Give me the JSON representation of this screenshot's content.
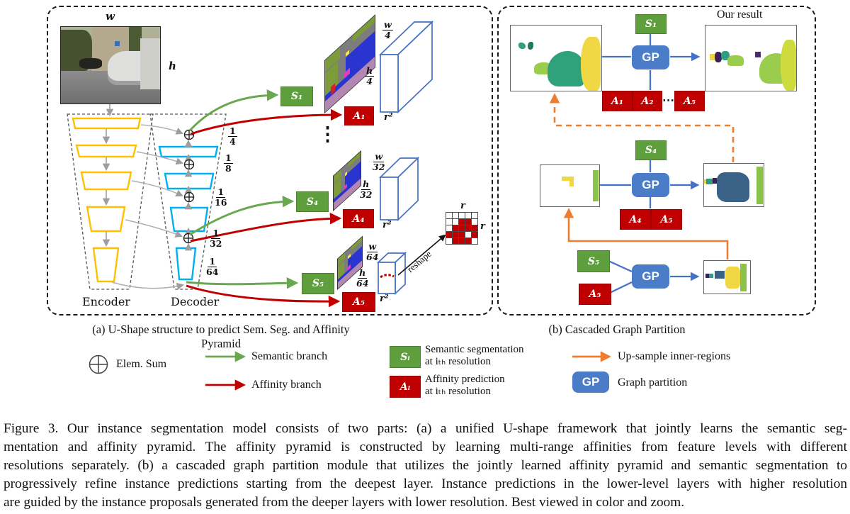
{
  "colors": {
    "semantic_green": "#5f9e3c",
    "affinity_red": "#c00000",
    "gp_blue": "#4a7cc7",
    "upsample_orange": "#ed7d31",
    "encoder_yellow": "#ffc000",
    "decoder_cyan": "#00b0f0",
    "skip_arrow_gray": "#9e9e9e",
    "connector_blue": "#4472c4"
  },
  "panel_a": {
    "caption": "(a) U-Shape structure to predict Sem. Seg. and Affinity Pyramid",
    "input_width_label": "w",
    "input_height_label": "h",
    "encoder_label": "Encoder",
    "decoder_label": "Decoder",
    "scales": [
      {
        "num": "1",
        "den": "4"
      },
      {
        "num": "1",
        "den": "8"
      },
      {
        "num": "1",
        "den": "16"
      },
      {
        "num": "1",
        "den": "32"
      },
      {
        "num": "1",
        "den": "64"
      }
    ],
    "vertical_ellipsis": "⋮",
    "s1": "S₁",
    "a1": "A₁",
    "s4": "S₄",
    "a4": "A₄",
    "s5": "S₅",
    "a5": "A₅",
    "feat1": {
      "w_num": "w",
      "w_den": "4",
      "h_num": "h",
      "h_den": "4",
      "depth": "r²"
    },
    "feat2": {
      "w_num": "w",
      "w_den": "32",
      "h_num": "h",
      "h_den": "32",
      "depth": "r²"
    },
    "feat3": {
      "w_num": "w",
      "w_den": "64",
      "h_num": "h",
      "h_den": "64",
      "depth": "r²"
    },
    "reshape_label": "reshape",
    "affinity_grid": {
      "r_top": "r",
      "r_right": "r",
      "pattern": [
        [
          0,
          0,
          0,
          0,
          0
        ],
        [
          0,
          0,
          1,
          1,
          0
        ],
        [
          0,
          1,
          1,
          1,
          1
        ],
        [
          1,
          1,
          1,
          0,
          1
        ],
        [
          0,
          1,
          1,
          1,
          0
        ]
      ]
    }
  },
  "panel_b": {
    "caption": "(b) Cascaded Graph Partition",
    "result_label": "Our result",
    "row1": {
      "s": "S₁",
      "gp": "GP",
      "a1": "A₁",
      "a2": "A₂",
      "ellipsis": "⋯",
      "a5": "A₅"
    },
    "row2": {
      "s": "S₄",
      "gp": "GP",
      "a4": "A₄",
      "a5": "A₅"
    },
    "row3": {
      "s": "S₅",
      "a5": "A₅",
      "gp": "GP"
    }
  },
  "legend": {
    "elem_sum": "Elem. Sum",
    "semantic_branch": "Semantic branch",
    "affinity_branch": "Affinity branch",
    "s_box": "Sᵢ",
    "s_desc_line1": "Semantic segmentation",
    "s_desc_line2": "at iₜₕ resolution",
    "a_box": "Aᵢ",
    "a_desc_line1": "Affinity prediction",
    "a_desc_line2": "at iₜₕ resolution",
    "upsample": "Up-sample inner-regions",
    "gp_box": "GP",
    "gp_desc": "Graph partition"
  },
  "figure_caption": {
    "lines": [
      "Figure 3. Our instance segmentation model consists of two parts: (a) a unified U-shape framework that jointly learns the semantic seg-",
      "mentation and affinity pyramid. The affinity pyramid is constructed by learning multi-range affinities from feature levels with different",
      "resolutions separately. (b) a cascaded graph partition module that utilizes the jointly learned affinity pyramid and semantic segmentation to",
      "progressively refine instance predictions starting from the deepest layer. Instance predictions in the lower-level layers with higher resolution",
      "are guided by the instance proposals generated from the deeper layers with lower resolution. Best viewed in color and zoom."
    ]
  }
}
